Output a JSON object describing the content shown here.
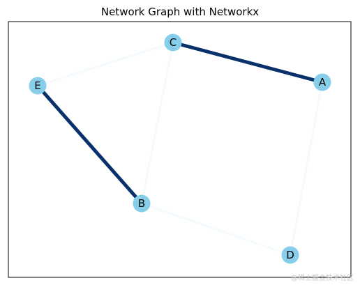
{
  "title": "Network Graph with Networkx",
  "watermark": "@稀土掘金技术社区",
  "colors": {
    "node_fill": "#87ceeb",
    "frame": "#000000",
    "edge_strong": "#08306b",
    "edge_faint": "#f4fbfe"
  },
  "graph": {
    "nodes": [
      {
        "id": "A",
        "label": "A"
      },
      {
        "id": "B",
        "label": "B"
      },
      {
        "id": "C",
        "label": "C"
      },
      {
        "id": "D",
        "label": "D"
      },
      {
        "id": "E",
        "label": "E"
      }
    ],
    "edges": [
      {
        "source": "C",
        "target": "A",
        "style": "strong"
      },
      {
        "source": "E",
        "target": "B",
        "style": "strong"
      },
      {
        "source": "E",
        "target": "C",
        "style": "faint"
      },
      {
        "source": "C",
        "target": "B",
        "style": "faint"
      },
      {
        "source": "B",
        "target": "D",
        "style": "faint"
      },
      {
        "source": "A",
        "target": "D",
        "style": "faint"
      }
    ]
  }
}
